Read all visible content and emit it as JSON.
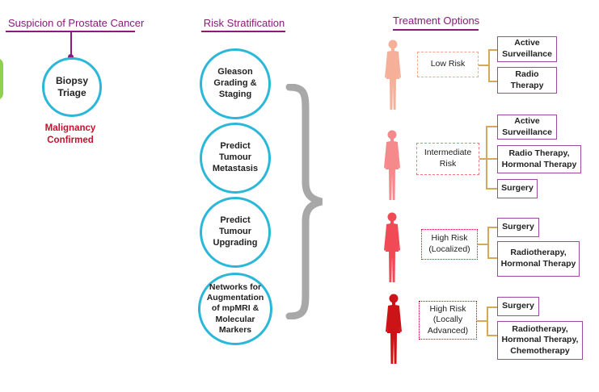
{
  "headers": {
    "suspicion": "Suspicion of Prostate Cancer",
    "risk_stratification": "Risk Stratification",
    "treatment_options": "Treatment Options"
  },
  "biopsy": {
    "label": "Biopsy Triage",
    "outcome": "Malignancy Confirmed"
  },
  "stratification_steps": [
    "Gleason Grading & Staging",
    "Predict Tumour Metastasis",
    "Predict Tumour Upgrading",
    "Networks for Augmentation of mpMRI & Molecular Markers"
  ],
  "risk_groups": [
    {
      "label": "Low Risk",
      "color": "#f6b09a",
      "options": [
        "Active Surveillance",
        "Radio Therapy"
      ]
    },
    {
      "label": "Intermediate Risk",
      "color": "#f48a8c",
      "options": [
        "Active Surveillance",
        "Radio Therapy, Hormonal Therapy",
        "Surgery"
      ]
    },
    {
      "label": "High Risk (Localized)",
      "color": "#ef4a55",
      "options": [
        "Surgery",
        "Radiotherapy, Hormonal Therapy"
      ]
    },
    {
      "label": "High Risk (Locally Advanced)",
      "color": "#cc1417",
      "options": [
        "Surgery",
        "Radiotherapy, Hormonal Therapy, Chemotherapy"
      ]
    }
  ],
  "colors": {
    "header": "#8b1a7a",
    "circle_border": "#2bb7d8",
    "malignancy_text": "#c8102e",
    "brace": "#a8a8a8",
    "connector": "#d6a95a",
    "option_border": "#9b4aa0",
    "left_edge_figure": "#8fd14f"
  }
}
